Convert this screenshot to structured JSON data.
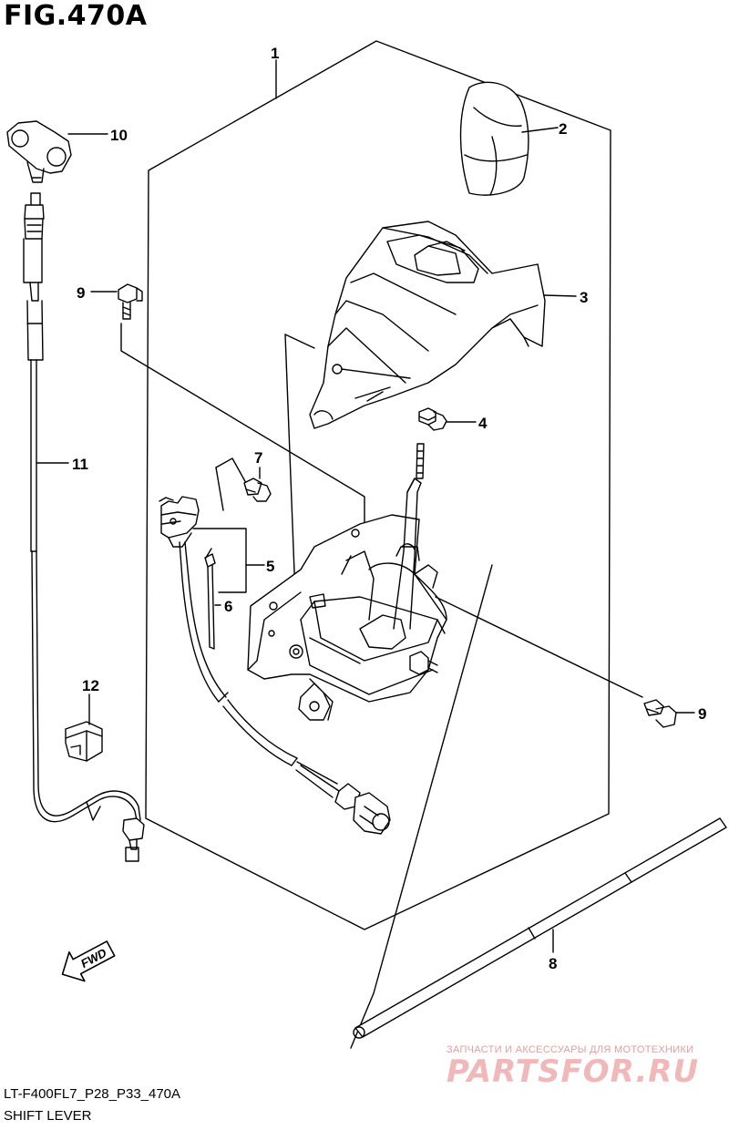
{
  "figure": {
    "title": "FIG.470A",
    "code": "LT-F400FL7_P28_P33_470A",
    "caption": "SHIFT LEVER"
  },
  "callouts": [
    "1",
    "2",
    "3",
    "4",
    "5",
    "6",
    "7",
    "8",
    "9",
    "9",
    "10",
    "11",
    "12"
  ],
  "fwd_label": "FWD",
  "watermark": {
    "line1": "ЗАПЧАСТИ И АКСЕССУАРЫ ДЛЯ МОТОТЕХНИКИ",
    "line2": "PARTSFOR.RU"
  },
  "colors": {
    "line": "#000000",
    "watermark": "#e8a0a0"
  }
}
